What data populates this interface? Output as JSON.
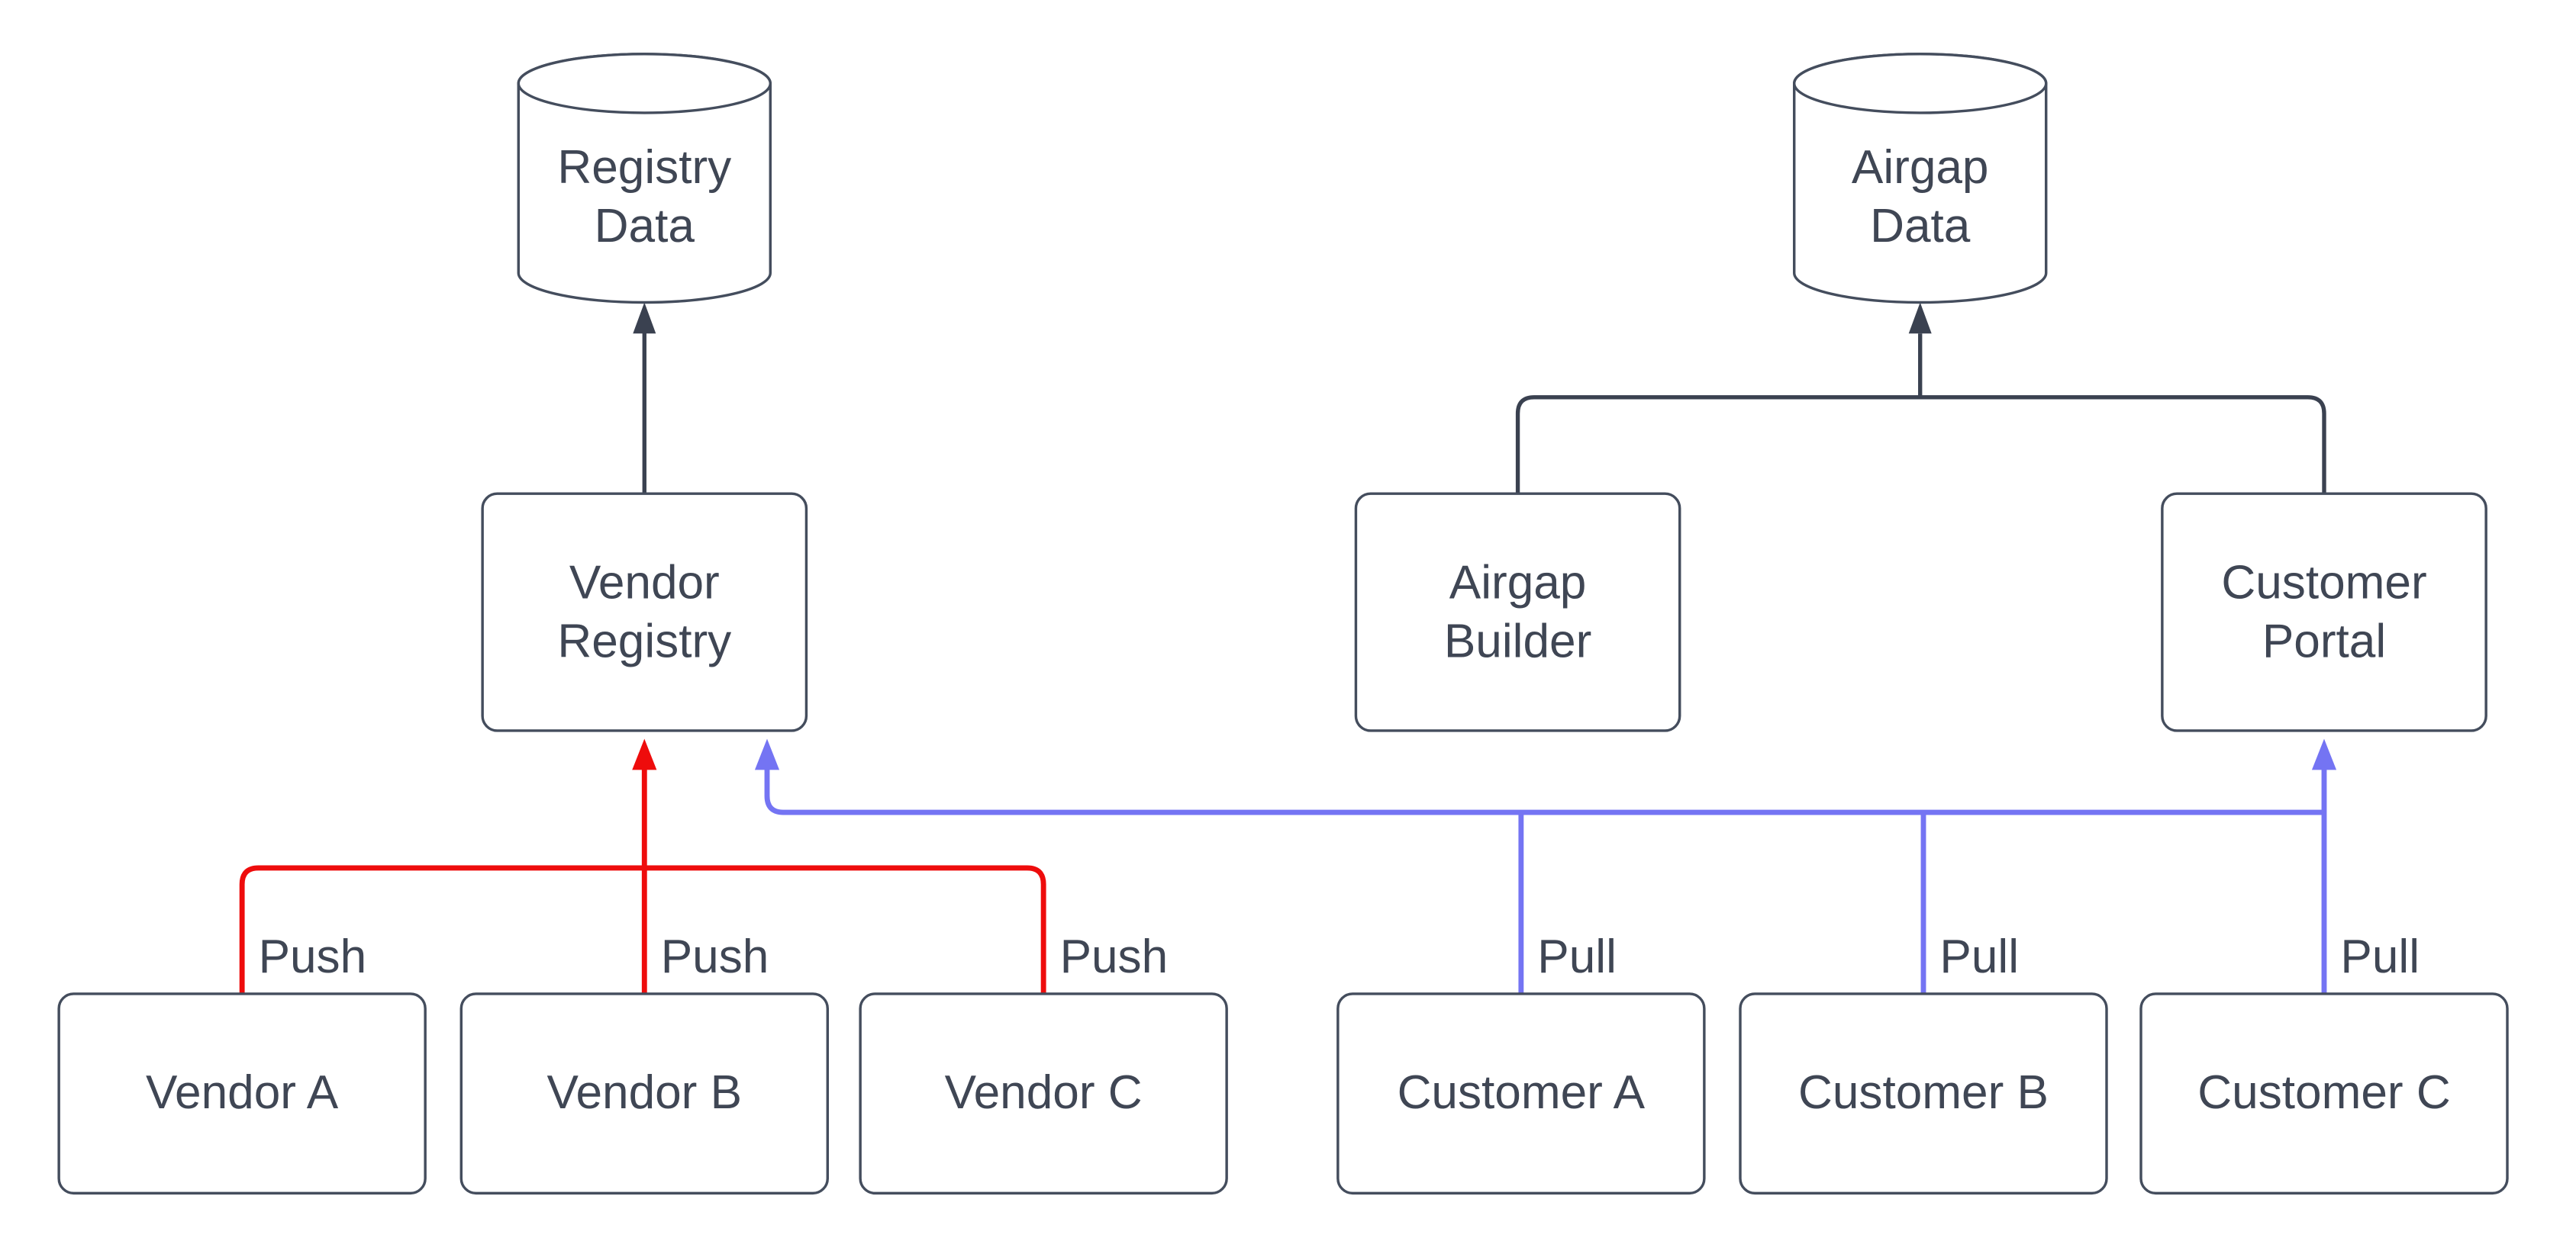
{
  "diagram": {
    "background": "#ffffff",
    "colors": {
      "node_border": "#444d5d",
      "text": "#3f4654",
      "dark_edge": "#3a4150",
      "push_edge": "#ee0c0c",
      "pull_edge": "#7474f3"
    },
    "datastores": [
      {
        "id": "registry-data",
        "line1": "Registry",
        "line2": "Data"
      },
      {
        "id": "airgap-data",
        "line1": "Airgap",
        "line2": "Data"
      }
    ],
    "services": [
      {
        "id": "vendor-registry",
        "line1": "Vendor",
        "line2": "Registry"
      },
      {
        "id": "airgap-builder",
        "line1": "Airgap",
        "line2": "Builder"
      },
      {
        "id": "customer-portal",
        "line1": "Customer",
        "line2": "Portal"
      }
    ],
    "sources": [
      {
        "id": "vendor-a",
        "label": "Vendor A",
        "edge_label": "Push"
      },
      {
        "id": "vendor-b",
        "label": "Vendor B",
        "edge_label": "Push"
      },
      {
        "id": "vendor-c",
        "label": "Vendor C",
        "edge_label": "Push"
      },
      {
        "id": "customer-a",
        "label": "Customer A",
        "edge_label": "Pull"
      },
      {
        "id": "customer-b",
        "label": "Customer B",
        "edge_label": "Pull"
      },
      {
        "id": "customer-c",
        "label": "Customer C",
        "edge_label": "Pull"
      }
    ]
  }
}
